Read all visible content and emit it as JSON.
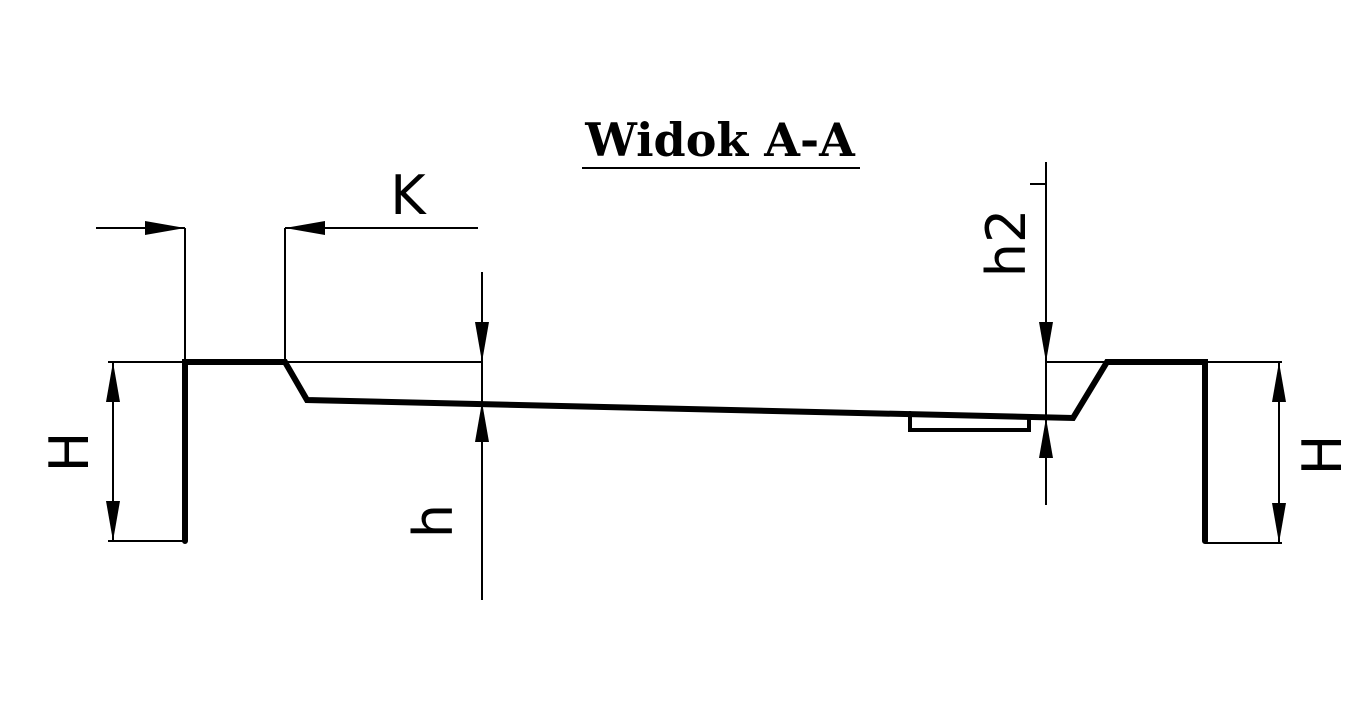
{
  "title": "Widok A-A",
  "labels": {
    "K": "K",
    "h2": "h2",
    "h": "h",
    "H_left": "H",
    "H_right": "H"
  },
  "colors": {
    "line": "#000000",
    "background": "#ffffff"
  }
}
